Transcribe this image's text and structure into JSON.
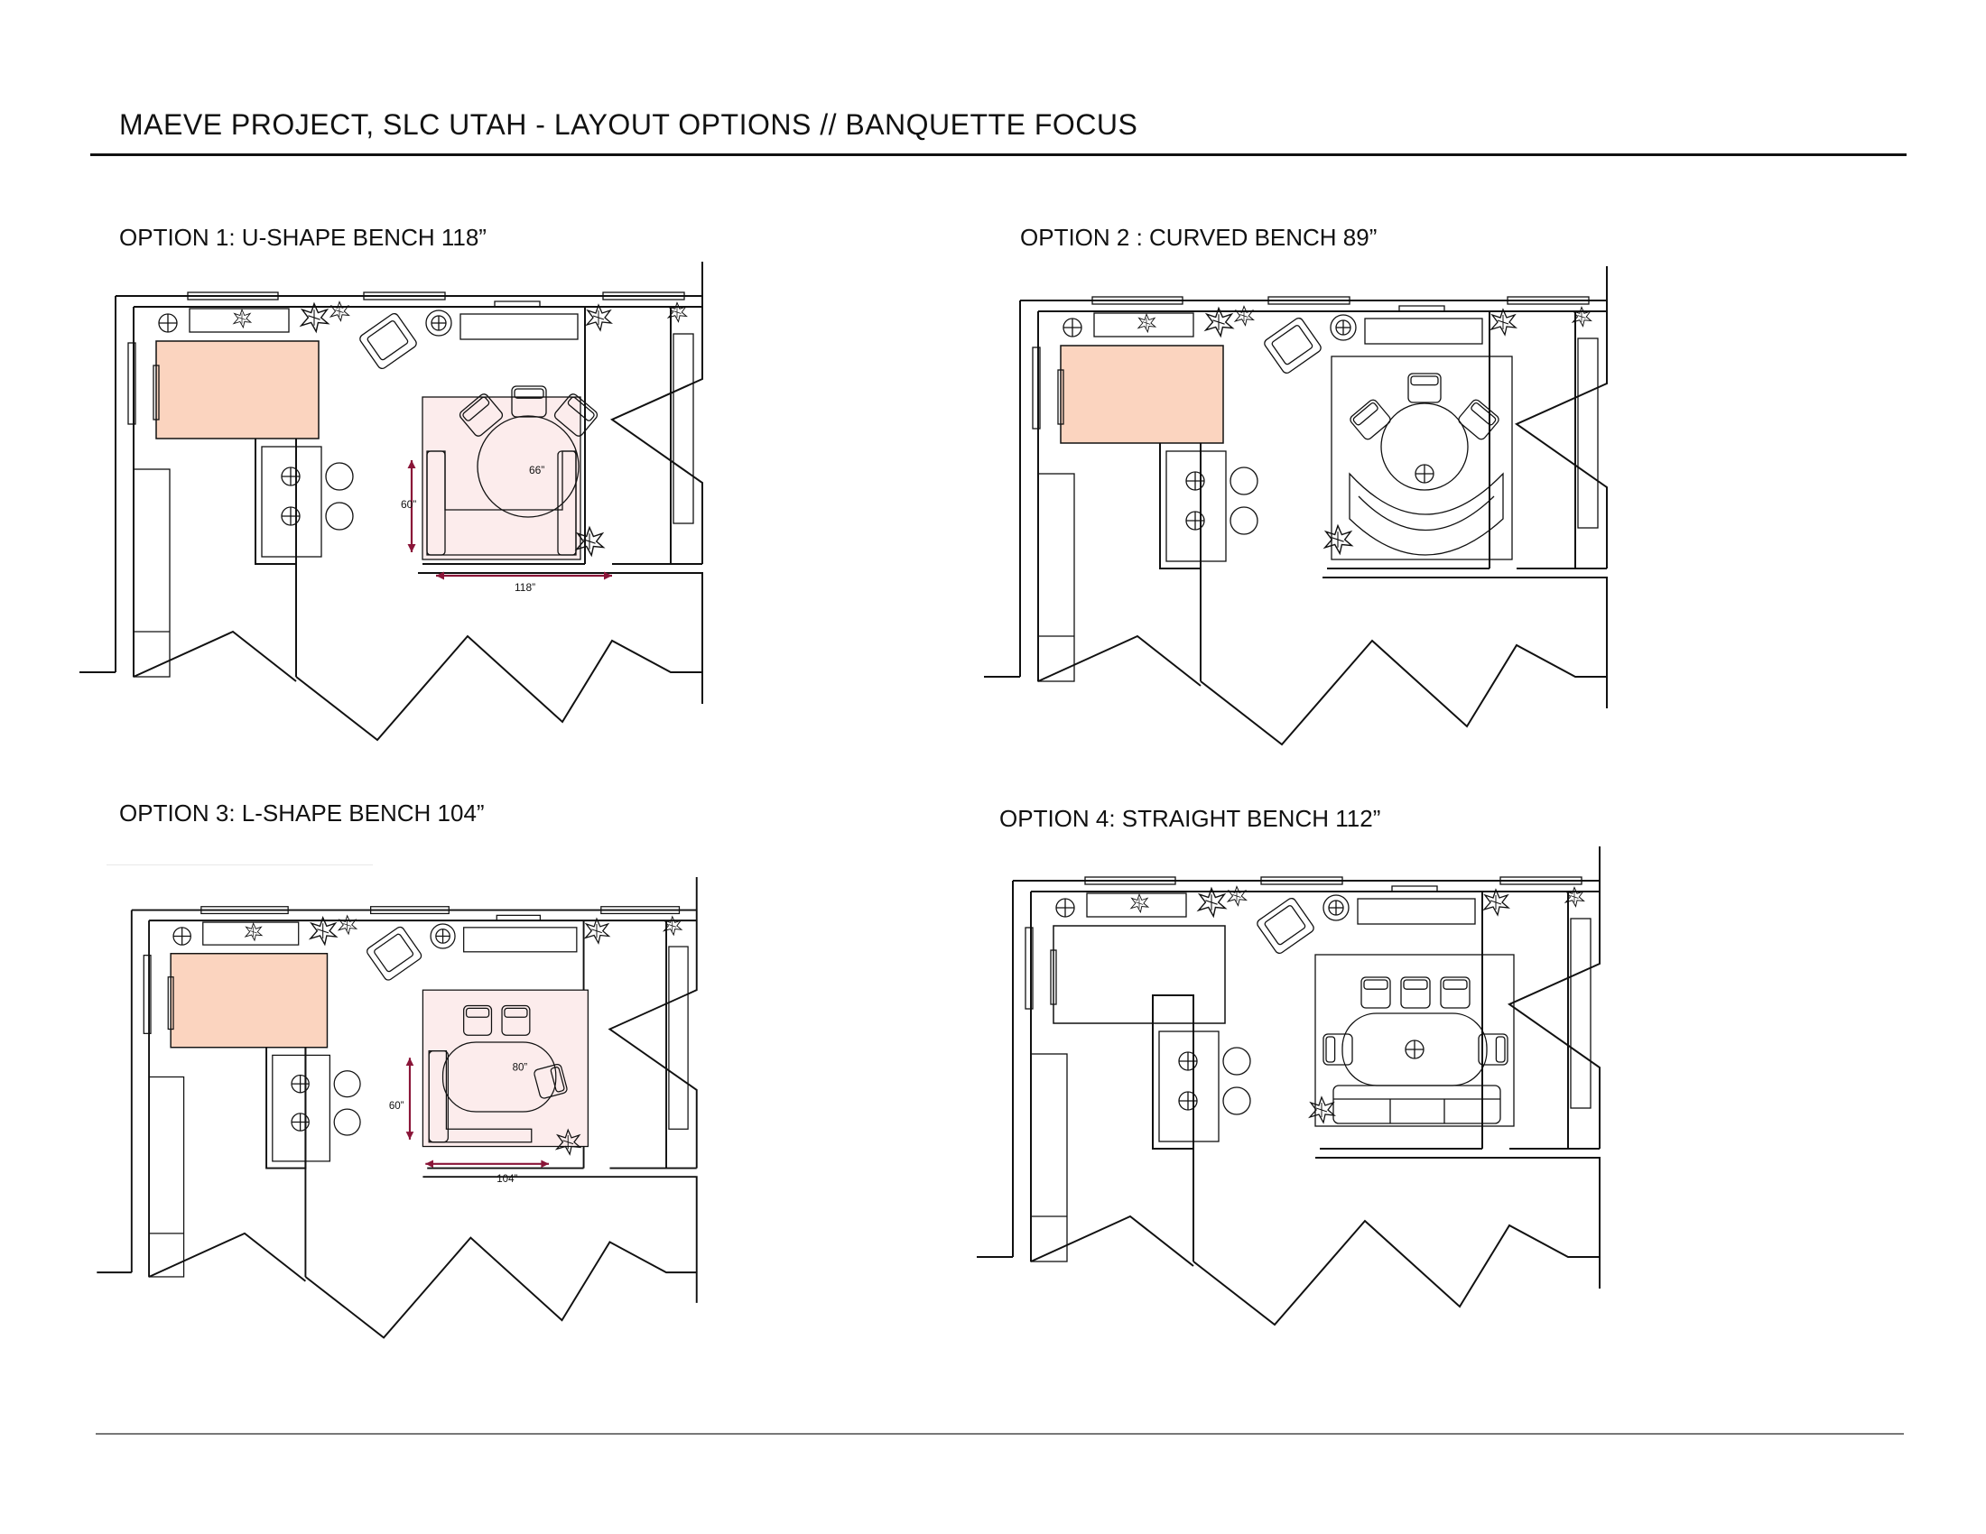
{
  "title": "MAEVE PROJECT, SLC UTAH - LAYOUT OPTIONS //  BANQUETTE FOCUS",
  "colors": {
    "accent": "#fbd4bf",
    "dimension": "#8a1538",
    "rug": "#fcecec",
    "line": "#111111"
  },
  "options": [
    {
      "label": "OPTION 1: U-SHAPE BENCH 118”",
      "bench": "u-shape",
      "table_label": "66”",
      "dim_v": "60”",
      "dim_h": "118”",
      "has_accent_rug": true
    },
    {
      "label": "OPTION 2 : CURVED BENCH 89”",
      "bench": "curved",
      "table_label": "",
      "dim_v": "",
      "dim_h": "",
      "has_accent_rug": true
    },
    {
      "label": "OPTION 3:  L-SHAPE BENCH 104”",
      "bench": "l-shape",
      "table_label": "80”",
      "dim_v": "60”",
      "dim_h": "104”",
      "has_accent_rug": true
    },
    {
      "label": "OPTION 4: STRAIGHT BENCH 112”",
      "bench": "straight",
      "table_label": "",
      "dim_v": "",
      "dim_h": "",
      "has_accent_rug": false
    }
  ]
}
